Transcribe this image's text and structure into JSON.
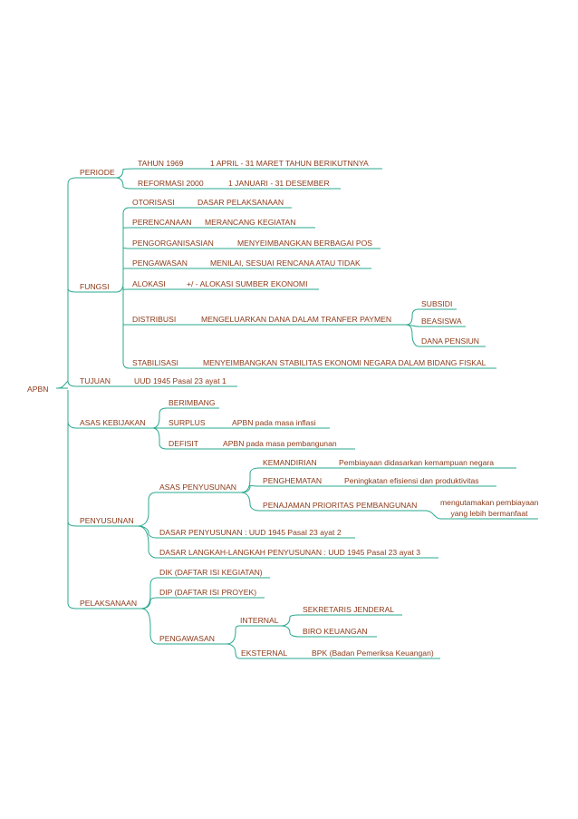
{
  "root": "APBN",
  "periode": {
    "label": "PERIODE",
    "items": [
      {
        "label": "TAHUN 1969",
        "detail": "1 APRIL - 31 MARET TAHUN BERIKUTNNYA"
      },
      {
        "label": "REFORMASI 2000",
        "detail": "1 JANUARI - 31 DESEMBER"
      }
    ]
  },
  "fungsi": {
    "label": "FUNGSI",
    "items": [
      {
        "label": "OTORISASI",
        "detail": "DASAR PELAKSANAAN"
      },
      {
        "label": "PERENCANAAN",
        "detail": "MERANCANG KEGIATAN"
      },
      {
        "label": "PENGORGANISASIAN",
        "detail": "MENYEIMBANGKAN BERBAGAI POS"
      },
      {
        "label": "PENGAWASAN",
        "detail": "MENILAI, SESUAI RENCANA ATAU TIDAK"
      },
      {
        "label": "ALOKASI",
        "detail": "+/ -  ALOKASI SUMBER EKONOMI"
      },
      {
        "label": "DISTRIBUSI",
        "detail": "MENGELUARKAN DANA DALAM TRANFER PAYMEN",
        "subs": [
          "SUBSIDI",
          "BEASISWA",
          "DANA PENSIUN"
        ]
      },
      {
        "label": "STABILISASI",
        "detail": "MENYEIMBANGKAN STABILITAS EKONOMI NEGARA DALAM BIDANG FISKAL"
      }
    ]
  },
  "tujuan": {
    "label": "TUJUAN",
    "detail": "UUD 1945 Pasal 23 ayat 1"
  },
  "asas_kebijakan": {
    "label": "ASAS KEBIJAKAN",
    "items": [
      {
        "label": "BERIMBANG",
        "detail": ""
      },
      {
        "label": "SURPLUS",
        "detail": "APBN pada masa inflasi"
      },
      {
        "label": "DEFISIT",
        "detail": "APBN pada masa pembangunan"
      }
    ]
  },
  "penyusunan": {
    "label": "PENYUSUNAN",
    "asas": {
      "label": "ASAS PENYUSUNAN",
      "items": [
        {
          "label": "KEMANDIRIAN",
          "detail": "Pembiayaan didasarkan kemampuan negara"
        },
        {
          "label": "PENGHEMATAN",
          "detail": "Peningkatan efisiensi dan produktivitas"
        },
        {
          "label": "PENAJAMAN PRIORITAS PEMBANGUNAN",
          "detail_line1": "mengutamakan pembiayaan",
          "detail_line2": "yang lebih bermanfaat"
        }
      ]
    },
    "dasar": "DASAR PENYUSUNAN : UUD 1945 Pasal 23 ayat 2",
    "dasar_langkah": "DASAR LANGKAH-LANGKAH PENYUSUNAN : UUD 1945 Pasal 23 ayat 3"
  },
  "pelaksanaan": {
    "label": "PELAKSANAAN",
    "dik": "DIK (DAFTAR ISI KEGIATAN)",
    "dip": "DIP (DAFTAR ISI PROYEK)",
    "pengawasan": {
      "label": "PENGAWASAN",
      "internal": {
        "label": "INTERNAL",
        "items": [
          "SEKRETARIS JENDERAL",
          "BIRO KEUANGAN"
        ]
      },
      "eksternal": {
        "label": "EKSTERNAL",
        "detail": "BPK (Badan Pemeriksa Keuangan)"
      }
    }
  }
}
